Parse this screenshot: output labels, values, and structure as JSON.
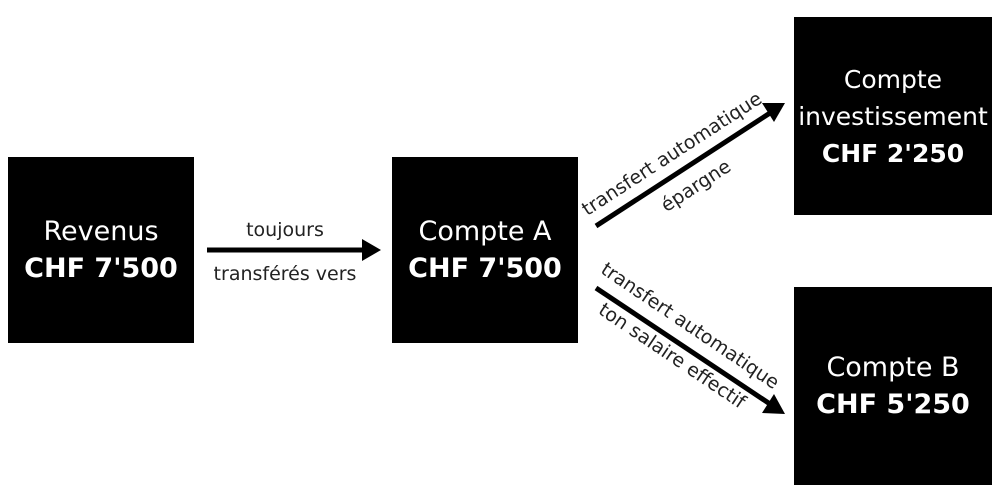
{
  "boxes": {
    "revenus": {
      "name": "Revenus",
      "amount": "CHF 7'500"
    },
    "compte_a": {
      "name": "Compte A",
      "amount": "CHF 7'500"
    },
    "investissement": {
      "name_line1": "Compte",
      "name_line2": "investissement",
      "amount": "CHF 2'250"
    },
    "compte_b": {
      "name": "Compte B",
      "amount": "CHF 5'250"
    }
  },
  "arrows": {
    "revenus_to_a": {
      "above": "toujours",
      "below": "transférés vers"
    },
    "a_to_investissement": {
      "above": "transfert automatique",
      "below": "épargne"
    },
    "a_to_b": {
      "above": "transfert automatique",
      "below": "ton salaire effectif"
    }
  },
  "colors": {
    "box_fill": "#000000",
    "box_text": "#ffffff",
    "arrow": "#000000",
    "label_text": "#222222"
  }
}
